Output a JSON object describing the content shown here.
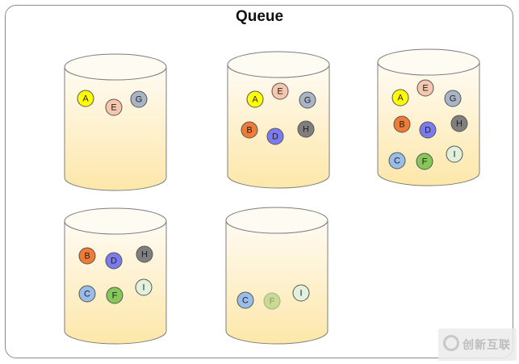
{
  "title": "Queue",
  "colors": {
    "A": "#ffff00",
    "B": "#f07b35",
    "C": "#99bde8",
    "D": "#7b7bef",
    "E": "#f7c7ad",
    "F": "#86c857",
    "G": "#a9b5c7",
    "H": "#7f7f7f",
    "I": "#e1f1de",
    "cylinder_top": "#fefbf3",
    "cylinder_bottom": "#fde7a9",
    "cylinder_stroke": "#7d7d7d"
  },
  "cylinders": [
    {
      "balls": [
        {
          "label": "A"
        },
        {
          "label": "E"
        },
        {
          "label": "G"
        }
      ]
    },
    {
      "balls": [
        {
          "label": "A"
        },
        {
          "label": "E"
        },
        {
          "label": "G"
        },
        {
          "label": "B"
        },
        {
          "label": "D"
        },
        {
          "label": "H"
        }
      ]
    },
    {
      "balls": [
        {
          "label": "A"
        },
        {
          "label": "E"
        },
        {
          "label": "G"
        },
        {
          "label": "B"
        },
        {
          "label": "D"
        },
        {
          "label": "H"
        },
        {
          "label": "C"
        },
        {
          "label": "F"
        },
        {
          "label": "I"
        }
      ]
    },
    {
      "balls": [
        {
          "label": "B"
        },
        {
          "label": "D"
        },
        {
          "label": "H"
        },
        {
          "label": "C"
        },
        {
          "label": "F"
        },
        {
          "label": "I"
        }
      ]
    },
    {
      "balls": [
        {
          "label": "C"
        },
        {
          "label": "F",
          "faded": true
        },
        {
          "label": "I"
        }
      ]
    }
  ],
  "watermark": {
    "text": "创新互联"
  }
}
